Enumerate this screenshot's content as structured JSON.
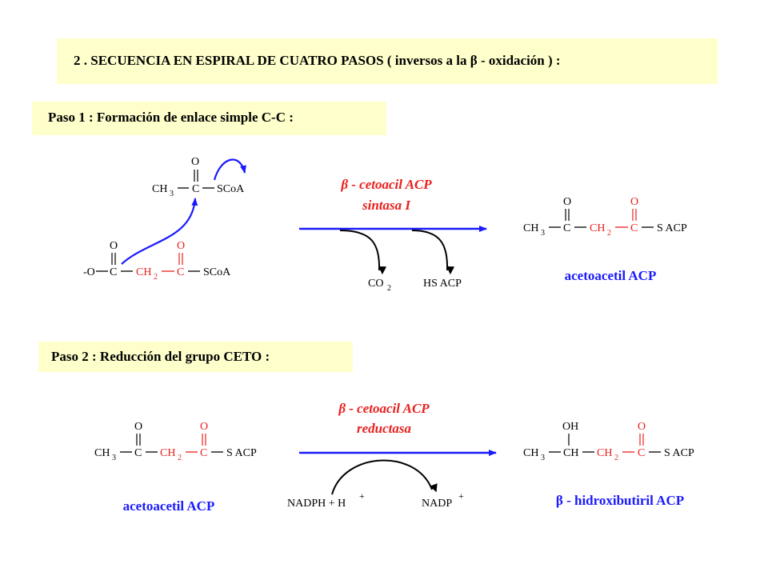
{
  "title": "2 .  SECUENCIA   EN  ESPIRAL DE CUATRO PASOS ( inversos a la  β - oxidación ) :",
  "paso1": {
    "header": "Paso  1  :  Formación de enlace simple  C-C :",
    "enzyme_line1": "β - cetoacil ACP",
    "enzyme_line2": "sintasa  I",
    "product_name": "acetoacetil  ACP",
    "byproduct1": "CO",
    "byproduct1_sub": "2",
    "byproduct2": "HS ACP"
  },
  "paso2": {
    "header": "Paso  2 :  Reducción   del  grupo  CETO :",
    "enzyme_line1": "β - cetoacil ACP",
    "enzyme_line2": "reductasa",
    "substrate_name": "acetoacetil  ACP",
    "product_name": "β - hidroxibutiril  ACP",
    "cofactor_in": "NADPH + H",
    "cofactor_out": "NADP"
  },
  "atoms": {
    "O": "O",
    "OH": "OH",
    "CH3": "CH",
    "sub3": "3",
    "CH2": "CH",
    "sub2": "2",
    "C": "C",
    "CH": "CH",
    "SCoA": "SCoA",
    "SACP": "S ACP",
    "minusO": "-O",
    "plus": "+"
  },
  "colors": {
    "banner_bg": "#ffffcc",
    "arrow_blue": "#1a1aff",
    "red_atoms": "#e8201e",
    "enzyme_red": "#e8201e",
    "name_blue": "#1a1aff"
  }
}
